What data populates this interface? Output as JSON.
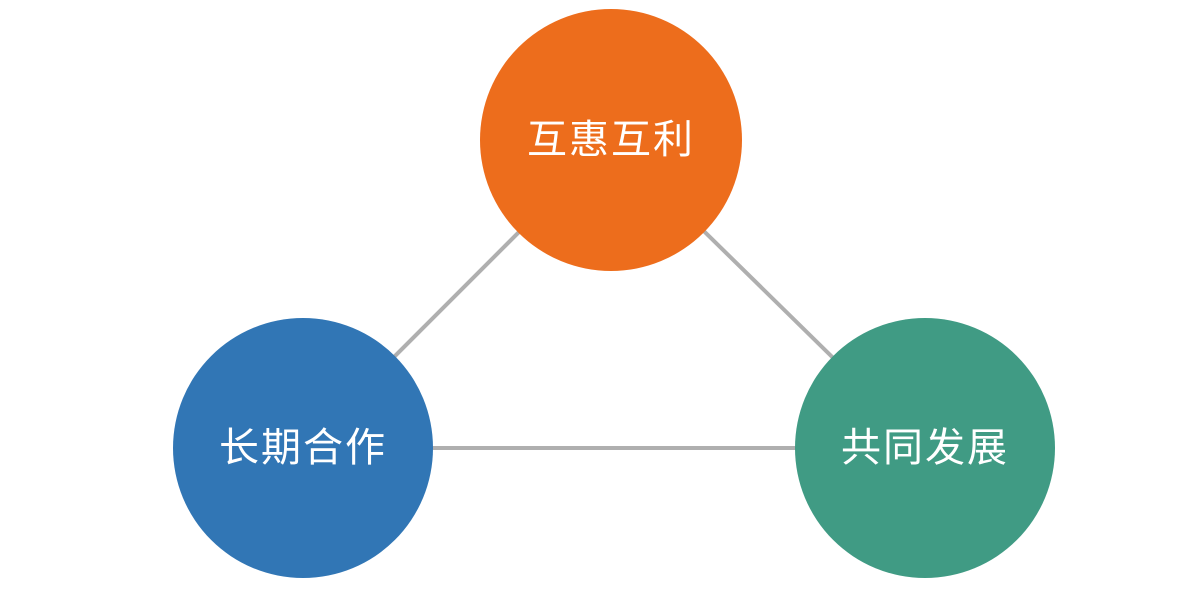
{
  "diagram": {
    "type": "triangle-relationship",
    "background": "#FFFFFF",
    "connector_color": "#AFAFAF",
    "connector_width": 4,
    "nodes": [
      {
        "id": "mutual-benefit",
        "label": "互惠互利",
        "color": "#ED6D1C",
        "text_color": "#FFFFFF"
      },
      {
        "id": "long-term-cooperation",
        "label": "长期合作",
        "color": "#3176B5",
        "text_color": "#FFFFFF"
      },
      {
        "id": "common-development",
        "label": "共同发展",
        "color": "#409B84",
        "text_color": "#FFFFFF"
      }
    ],
    "edges": [
      {
        "from": "mutual-benefit",
        "to": "long-term-cooperation"
      },
      {
        "from": "mutual-benefit",
        "to": "common-development"
      },
      {
        "from": "long-term-cooperation",
        "to": "common-development"
      }
    ]
  }
}
